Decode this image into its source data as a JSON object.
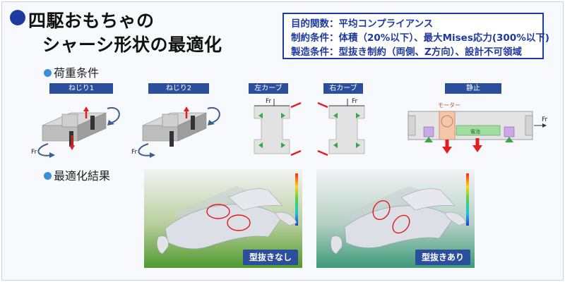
{
  "title": {
    "line1": "四駆おもちゃの",
    "line2": "シャーシ形状の最適化"
  },
  "conditions": [
    "目的関数：平均コンプライアンス",
    "制約条件：体積（20%以下）、最大Mises応力(300%以下)",
    "製造条件：型抜き制約（両側、Z方向）、設計不可領域"
  ],
  "sections": {
    "load": "荷重条件",
    "result": "最適化結果"
  },
  "load_cases": [
    {
      "label": "ねじり1",
      "force": "Fr"
    },
    {
      "label": "ねじり2",
      "force": "Fr"
    },
    {
      "label": "左カーブ",
      "force": "Fr"
    },
    {
      "label": "右カーブ",
      "force": "Fr"
    },
    {
      "label": "静止",
      "force": "Fr",
      "motor": "モーター",
      "battery": "電池"
    }
  ],
  "results": [
    {
      "badge": "型抜きなし"
    },
    {
      "badge": "型抜きあり"
    }
  ],
  "colors": {
    "accent": "#1f3a9e",
    "label_bg": "#2c4f9c",
    "force_arrow": "#e02020",
    "support": "#3aa64a"
  }
}
